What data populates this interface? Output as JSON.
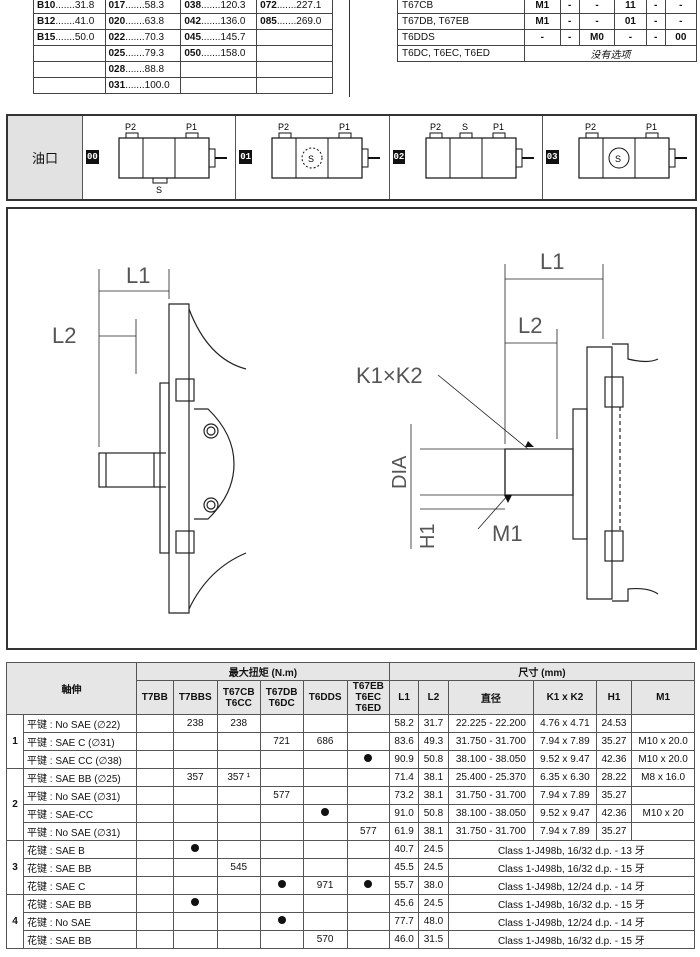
{
  "flow_codes": {
    "rows": [
      [
        {
          "code": "B10",
          "val": "31.8"
        },
        {
          "code": "017",
          "val": "58.3"
        },
        {
          "code": "038",
          "val": "120.3"
        },
        {
          "code": "072",
          "val": "227.1"
        }
      ],
      [
        {
          "code": "B12",
          "val": "41.0"
        },
        {
          "code": "020",
          "val": "63.8"
        },
        {
          "code": "042",
          "val": "136.0"
        },
        {
          "code": "085",
          "val": "269.0"
        }
      ],
      [
        {
          "code": "B15",
          "val": "50.0"
        },
        {
          "code": "022",
          "val": "70.3"
        },
        {
          "code": "045",
          "val": "145.7"
        },
        {
          "code": "",
          "val": ""
        }
      ],
      [
        {
          "code": "",
          "val": ""
        },
        {
          "code": "025",
          "val": "79.3"
        },
        {
          "code": "050",
          "val": "158.0"
        },
        {
          "code": "",
          "val": ""
        }
      ],
      [
        {
          "code": "",
          "val": ""
        },
        {
          "code": "028",
          "val": "88.8"
        },
        {
          "code": "",
          "val": ""
        },
        {
          "code": "",
          "val": ""
        }
      ],
      [
        {
          "code": "",
          "val": ""
        },
        {
          "code": "031",
          "val": "100.0"
        },
        {
          "code": "",
          "val": ""
        },
        {
          "code": "",
          "val": ""
        }
      ]
    ]
  },
  "options_table": {
    "rows": [
      {
        "label": "T67CB",
        "cells": [
          "M1",
          "-",
          "-",
          "11",
          "-",
          "-"
        ]
      },
      {
        "label": "T67DB, T67EB",
        "cells": [
          "M1",
          "-",
          "-",
          "01",
          "-",
          "-"
        ]
      },
      {
        "label": "T6DDS",
        "cells": [
          "-",
          "-",
          "M0",
          "-",
          "-",
          "00"
        ]
      },
      {
        "label": "T6DC, T6EC, T6ED",
        "note": "没有选项"
      }
    ]
  },
  "ports": {
    "label": "油口",
    "items": [
      {
        "code": "00",
        "p2": "P2",
        "p1": "P1",
        "s": "S"
      },
      {
        "code": "01",
        "p2": "P2",
        "p1": "P1",
        "s": "S"
      },
      {
        "code": "02",
        "p2": "P2",
        "p1": "P1",
        "s": "S"
      },
      {
        "code": "03",
        "p2": "P2",
        "p1": "P1",
        "s": "S"
      }
    ]
  },
  "drawing": {
    "left": {
      "l1": "L1",
      "l2": "L2"
    },
    "right": {
      "l1": "L1",
      "l2": "L2",
      "k": "K1×K2",
      "dia": "DIA",
      "h1": "H1",
      "m1": "M1"
    }
  },
  "shaft_table": {
    "headers": {
      "shaft": "軸伸",
      "torque": "最大扭矩 (N.m)",
      "dims": "尺寸 (mm)",
      "models": [
        "T7BB",
        "T7BBS",
        "T6CC",
        "T6DC",
        "T6DDS",
        "T6ED"
      ],
      "model_tops": [
        "",
        "",
        "T67CB",
        "T67DB",
        "",
        "T67EB"
      ],
      "model_mid": [
        "",
        "",
        "",
        "",
        "",
        "T6EC"
      ],
      "dim_cols": [
        "L1",
        "L2",
        "直径",
        "K1 x K2",
        "H1",
        "M1"
      ]
    },
    "groups": [
      {
        "num": "1",
        "rows": [
          {
            "name": "平键 : No SAE (∅22)",
            "t": [
              "",
              "238",
              "238",
              "",
              "",
              ""
            ],
            "d": [
              "58.2",
              "31.7",
              "22.225 - 22.200",
              "4.76 x 4.71",
              "24.53",
              ""
            ]
          },
          {
            "name": "平键 : SAE C (∅31)",
            "t": [
              "",
              "",
              "",
              "721",
              "686",
              ""
            ],
            "d": [
              "83.6",
              "49.3",
              "31.750 - 31.700",
              "7.94 x 7.89",
              "35.27",
              "M10 x 20.0"
            ]
          },
          {
            "name": "平键 : SAE CC (∅38)",
            "t": [
              "",
              "",
              "",
              "",
              "",
              "dot"
            ],
            "d": [
              "90.9",
              "50.8",
              "38.100 - 38.050",
              "9.52 x 9.47",
              "42.36",
              "M10 x 20.0"
            ]
          }
        ]
      },
      {
        "num": "2",
        "rows": [
          {
            "name": "平键 : SAE BB (∅25)",
            "t": [
              "",
              "357",
              "357 ¹",
              "",
              "",
              ""
            ],
            "d": [
              "71.4",
              "38.1",
              "25.400 - 25.370",
              "6.35 x 6.30",
              "28.22",
              "M8   x 16.0"
            ]
          },
          {
            "name": "平键 : No SAE (∅31)",
            "t": [
              "",
              "",
              "",
              "577",
              "",
              ""
            ],
            "d": [
              "73.2",
              "38.1",
              "31.750 - 31.700",
              "7.94 x 7.89",
              "35.27",
              ""
            ]
          },
          {
            "name": "平键 : SAE-CC",
            "t": [
              "",
              "",
              "",
              "",
              "dot",
              ""
            ],
            "d": [
              "91.0",
              "50.8",
              "38.100 - 38.050",
              "9.52 x 9.47",
              "42.36",
              "M10 x 20"
            ]
          },
          {
            "name": "平键 : No SAE (∅31)",
            "t": [
              "",
              "",
              "",
              "",
              "",
              "577"
            ],
            "d": [
              "61.9",
              "38.1",
              "31.750 - 31.700",
              "7.94 x 7.89",
              "35.27",
              ""
            ]
          }
        ]
      },
      {
        "num": "3",
        "rows": [
          {
            "name": "花键 : SAE B",
            "t": [
              "",
              "dot",
              "",
              "",
              "",
              ""
            ],
            "d": [
              "40.7",
              "24.5",
              "Class 1-J498b, 16/32 d.p. - 13 牙"
            ]
          },
          {
            "name": "花键 : SAE BB",
            "t": [
              "",
              "",
              "545",
              "",
              "",
              ""
            ],
            "d": [
              "45.5",
              "24.5",
              "Class 1-J498b, 16/32 d.p. - 15 牙"
            ]
          },
          {
            "name": "花键 : SAE C",
            "t": [
              "",
              "",
              "",
              "dot",
              "971",
              "dot"
            ],
            "d": [
              "55.7",
              "38.0",
              "Class 1-J498b, 12/24 d.p. - 14 牙"
            ]
          }
        ]
      },
      {
        "num": "4",
        "rows": [
          {
            "name": "花键 : SAE BB",
            "t": [
              "",
              "dot",
              "",
              "",
              "",
              ""
            ],
            "d": [
              "45.6",
              "24.5",
              "Class 1-J498b, 16/32 d.p. - 15 牙"
            ]
          },
          {
            "name": "花键 : No SAE",
            "t": [
              "",
              "",
              "",
              "dot",
              "",
              ""
            ],
            "d": [
              "77.7",
              "48.0",
              "Class 1-J498b, 12/24 d.p. - 14 牙"
            ]
          },
          {
            "name": "花键 : SAE BB",
            "t": [
              "",
              "",
              "",
              "",
              "570",
              ""
            ],
            "d": [
              "46.0",
              "31.5",
              "Class 1-J498b, 16/32 d.p. - 15 牙"
            ]
          }
        ]
      }
    ]
  }
}
